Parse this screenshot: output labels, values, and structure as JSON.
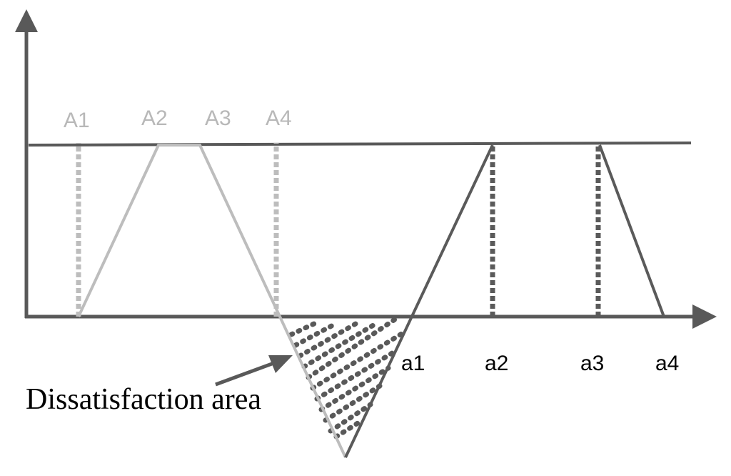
{
  "upper_labels": [
    "A1",
    "A2",
    "A3",
    "A4"
  ],
  "lower_labels": [
    "a1",
    "a2",
    "a3",
    "a4"
  ],
  "annotation": "Dissatisfaction area",
  "colors": {
    "axis": "#595959",
    "light": "#bdbdbd",
    "dark": "#5a5a5a",
    "hatch": "#595959",
    "light_text": "#b8b8b8",
    "dark_text": "#000000"
  }
}
